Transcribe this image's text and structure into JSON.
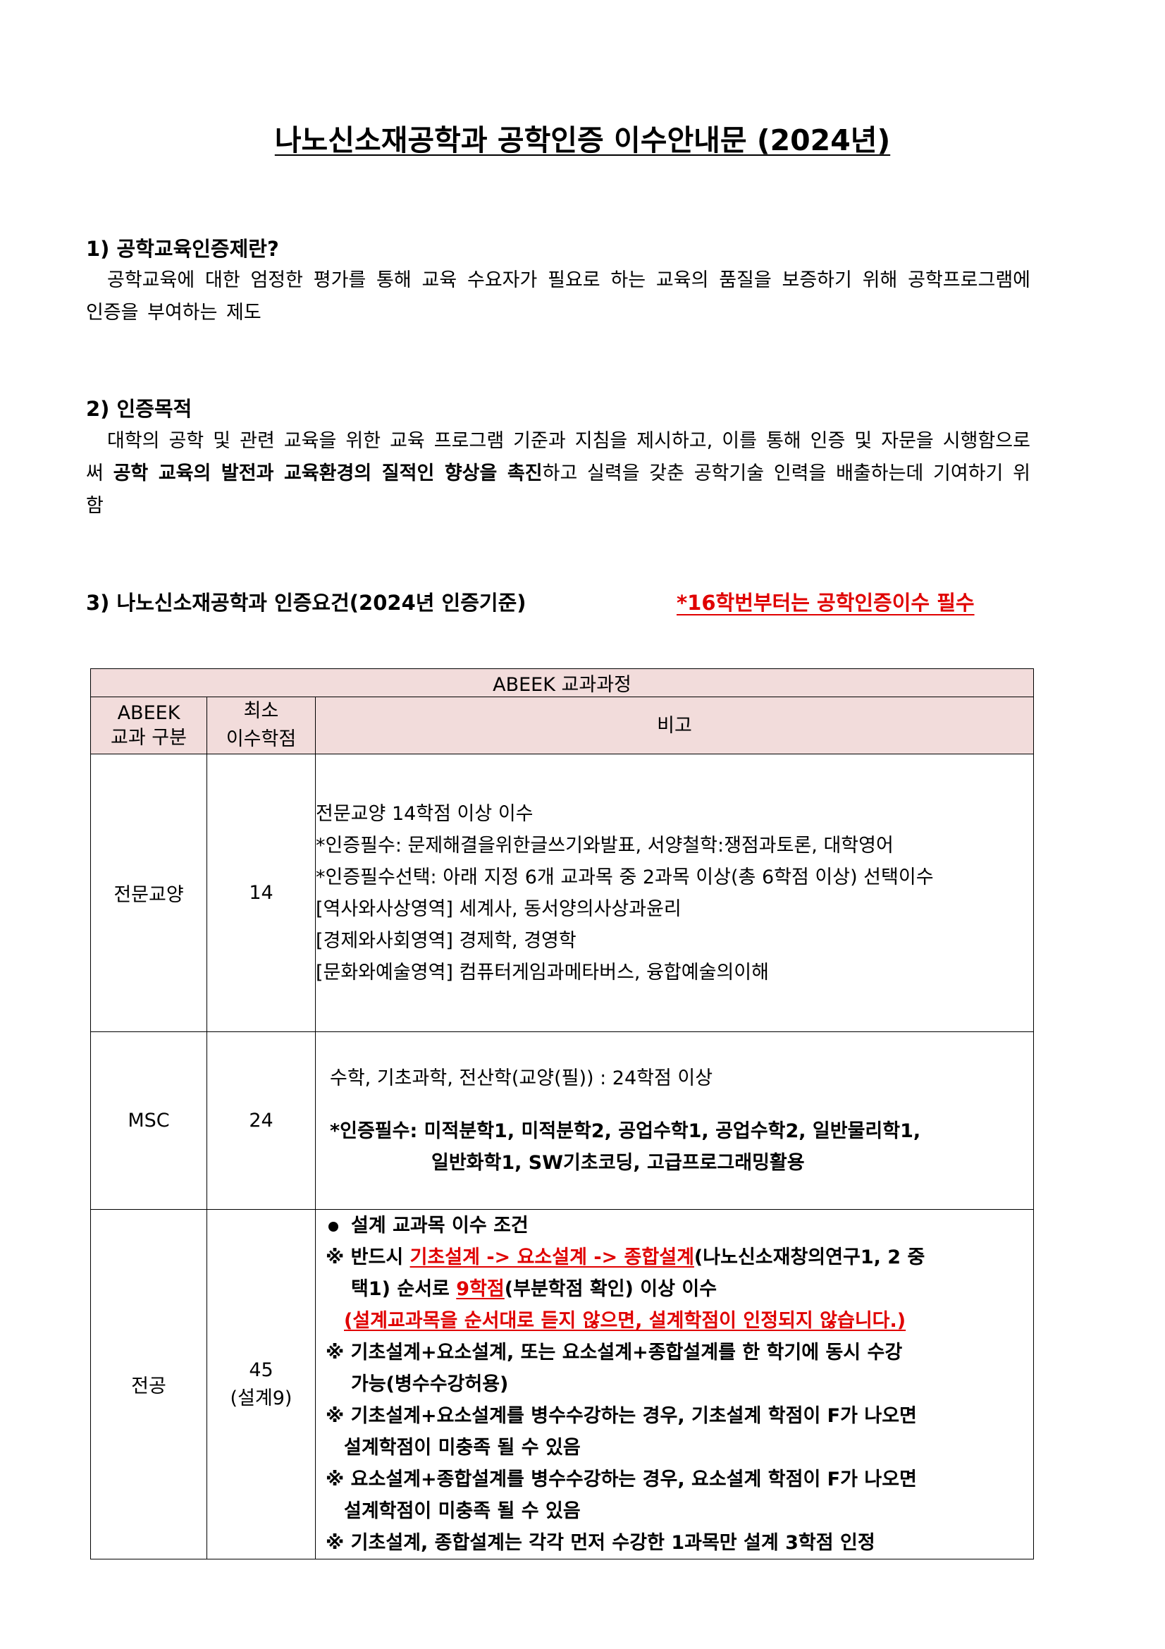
{
  "title": "나노신소재공학과 공학인증 이수안내문 (2024년)",
  "section1": {
    "heading": "1) 공학교육인증제란?",
    "body": "공학교육에 대한 엄정한 평가를 통해 교육 수요자가 필요로 하는 교육의 품질을 보증하기 위해 공학프로그램에 인증을 부여하는 제도"
  },
  "section2": {
    "heading": "2) 인증목적",
    "body_pre": "대학의 공학 및 관련 교육을 위한 교육 프로그램 기준과 지침을 제시하고, 이를 통해 인증 및 자문을 시행함으로써 ",
    "body_bold": "공학 교육의 발전과 교육환경의 질적인 향상을 촉진",
    "body_post": "하고 실력을 갖춘 공학기술 인력을 배출하는데 기여하기 위함"
  },
  "section3": {
    "heading": "3) 나노신소재공학과 인증요건(2024년 인증기준)",
    "notice": "*16학번부터는 공학인증이수 필수"
  },
  "table": {
    "caption": "ABEEK 교과과정",
    "headers": {
      "category_line1": "ABEEK",
      "category_line2": "교과 구분",
      "credits_line1": "최소",
      "credits_line2": "이수학점",
      "remarks": "비고"
    },
    "rows": {
      "liberal": {
        "category": "전문교양",
        "credits": "14",
        "lines": [
          "전문교양 14학점 이상 이수",
          "*인증필수: 문제해결을위한글쓰기와발표, 서양철학:쟁점과토론, 대학영어",
          "*인증필수선택: 아래 지정 6개 교과목 중 2과목 이상(총 6학점 이상) 선택이수",
          "[역사와사상영역] 세계사, 동서양의사상과윤리",
          "[경제와사회영역] 경제학, 경영학",
          "[문화와예술영역] 컴퓨터게임과메타버스, 융합예술의이해"
        ]
      },
      "msc": {
        "category": "MSC",
        "credits": "24",
        "line1": "수학, 기초과학, 전산학(교양(필)) : 24학점 이상",
        "line2": "*인증필수: 미적분학1, 미적분학2, 공업수학1, 공업수학2, 일반물리학1,",
        "line3": "일반화학1, SW기초코딩, 고급프로그래밍활용"
      },
      "major": {
        "category": "전공",
        "credits": "45",
        "credits_sub": "(설계9)",
        "bullet": "설계 교과목 이수 조건",
        "note1_a": "※ 반드시 ",
        "note1_red": "기초설계 -> 요소설계 -> 종합설계",
        "note1_b": "(나노신소재창의연구1, 2 중",
        "note1_c": "택1) 순서로 ",
        "note1_red2": "9학점",
        "note1_d": "(부분학점 확인) 이상 이수",
        "warning": "(설계교과목을 순서대로 듣지 않으면, 설계학점이 인정되지 않습니다.)",
        "note2_a": "※ 기초설계+요소설계, 또는 요소설계+종합설계를 한 학기에 동시 수강",
        "note2_b": "가능(병수수강허용)",
        "note3_a": "※ 기초설계+요소설계를 병수수강하는 경우, 기초설계 학점이 F가 나오면",
        "note3_b": "설계학점이 미충족 될 수 있음",
        "note4_a": "※ 요소설계+종합설계를 병수수강하는 경우, 요소설계 학점이 F가 나오면",
        "note4_b": "설계학점이 미충족 될 수 있음",
        "note5": "※ 기초설계, 종합설계는 각각 먼저 수강한 1과목만 설계 3학점 인정"
      }
    }
  }
}
